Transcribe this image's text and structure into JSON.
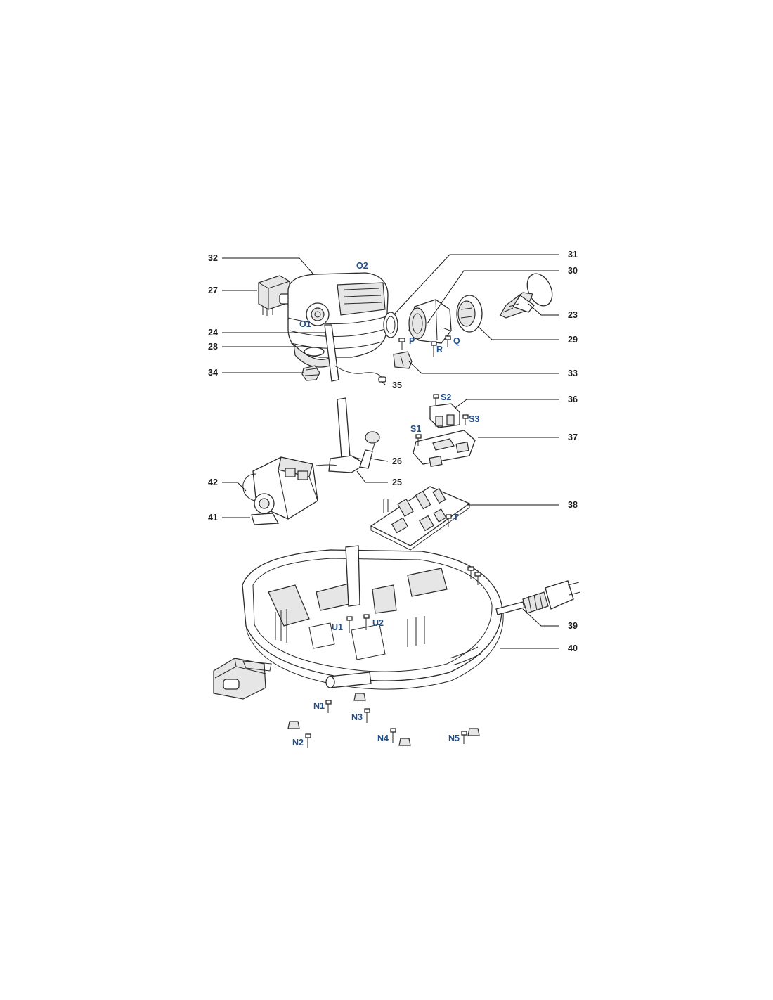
{
  "callouts": {
    "n23": "23",
    "n24": "24",
    "n25": "25",
    "n26": "26",
    "n27": "27",
    "n28": "28",
    "n29": "29",
    "n30": "30",
    "n31": "31",
    "n32": "32",
    "n33": "33",
    "n34": "34",
    "n35": "35",
    "n36": "36",
    "n37": "37",
    "n38": "38",
    "n39": "39",
    "n40": "40",
    "n41": "41",
    "n42": "42"
  },
  "codes": {
    "O1": "O1",
    "O2": "O2",
    "P": "P",
    "Q": "Q",
    "R": "R",
    "S1": "S1",
    "S2": "S2",
    "S3": "S3",
    "T": "T",
    "U1": "U1",
    "U2": "U2",
    "N1": "N1",
    "N2": "N2",
    "N3": "N3",
    "N4": "N4",
    "N5": "N5"
  },
  "colors": {
    "callout_text": "#1a1a1a",
    "code_text": "#1f4e8c",
    "line": "#2a2a2a"
  }
}
